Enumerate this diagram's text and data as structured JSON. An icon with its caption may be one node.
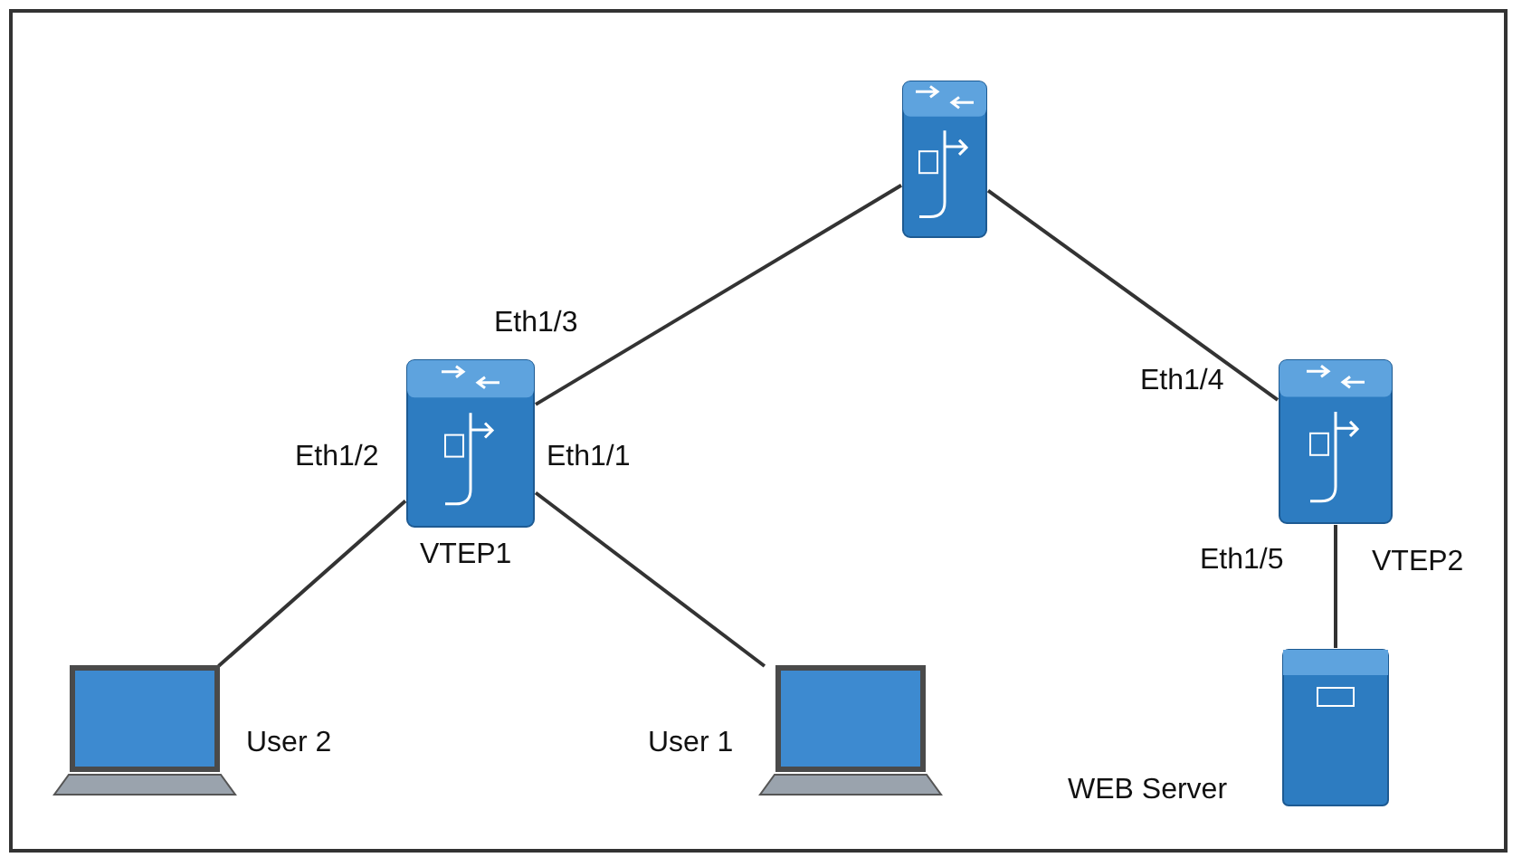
{
  "diagram": {
    "nodes": [
      {
        "text": [],
        "shape": "picture"
      },
      {
        "text": [
          "VTEP1"
        ]
      },
      {
        "text": [
          "VTEP2"
        ]
      },
      {
        "text": [
          "User 2"
        ]
      },
      {
        "text": [
          "User 1"
        ]
      },
      {
        "text": [
          "WEB Server"
        ]
      }
    ],
    "edges": [
      {
        "from": 0,
        "to": 1,
        "arrow": "none"
      },
      {
        "from": 0,
        "to": 2,
        "arrow": "none"
      },
      {
        "from": 1,
        "to": 3,
        "arrow": "none"
      },
      {
        "from": 1,
        "to": 4,
        "arrow": "none"
      },
      {
        "from": 2,
        "to": 5,
        "arrow": "none"
      }
    ],
    "labels": [
      "Eth1/3",
      "Eth1/4",
      "Eth1/2",
      "Eth1/1",
      "Eth1/5"
    ]
  }
}
